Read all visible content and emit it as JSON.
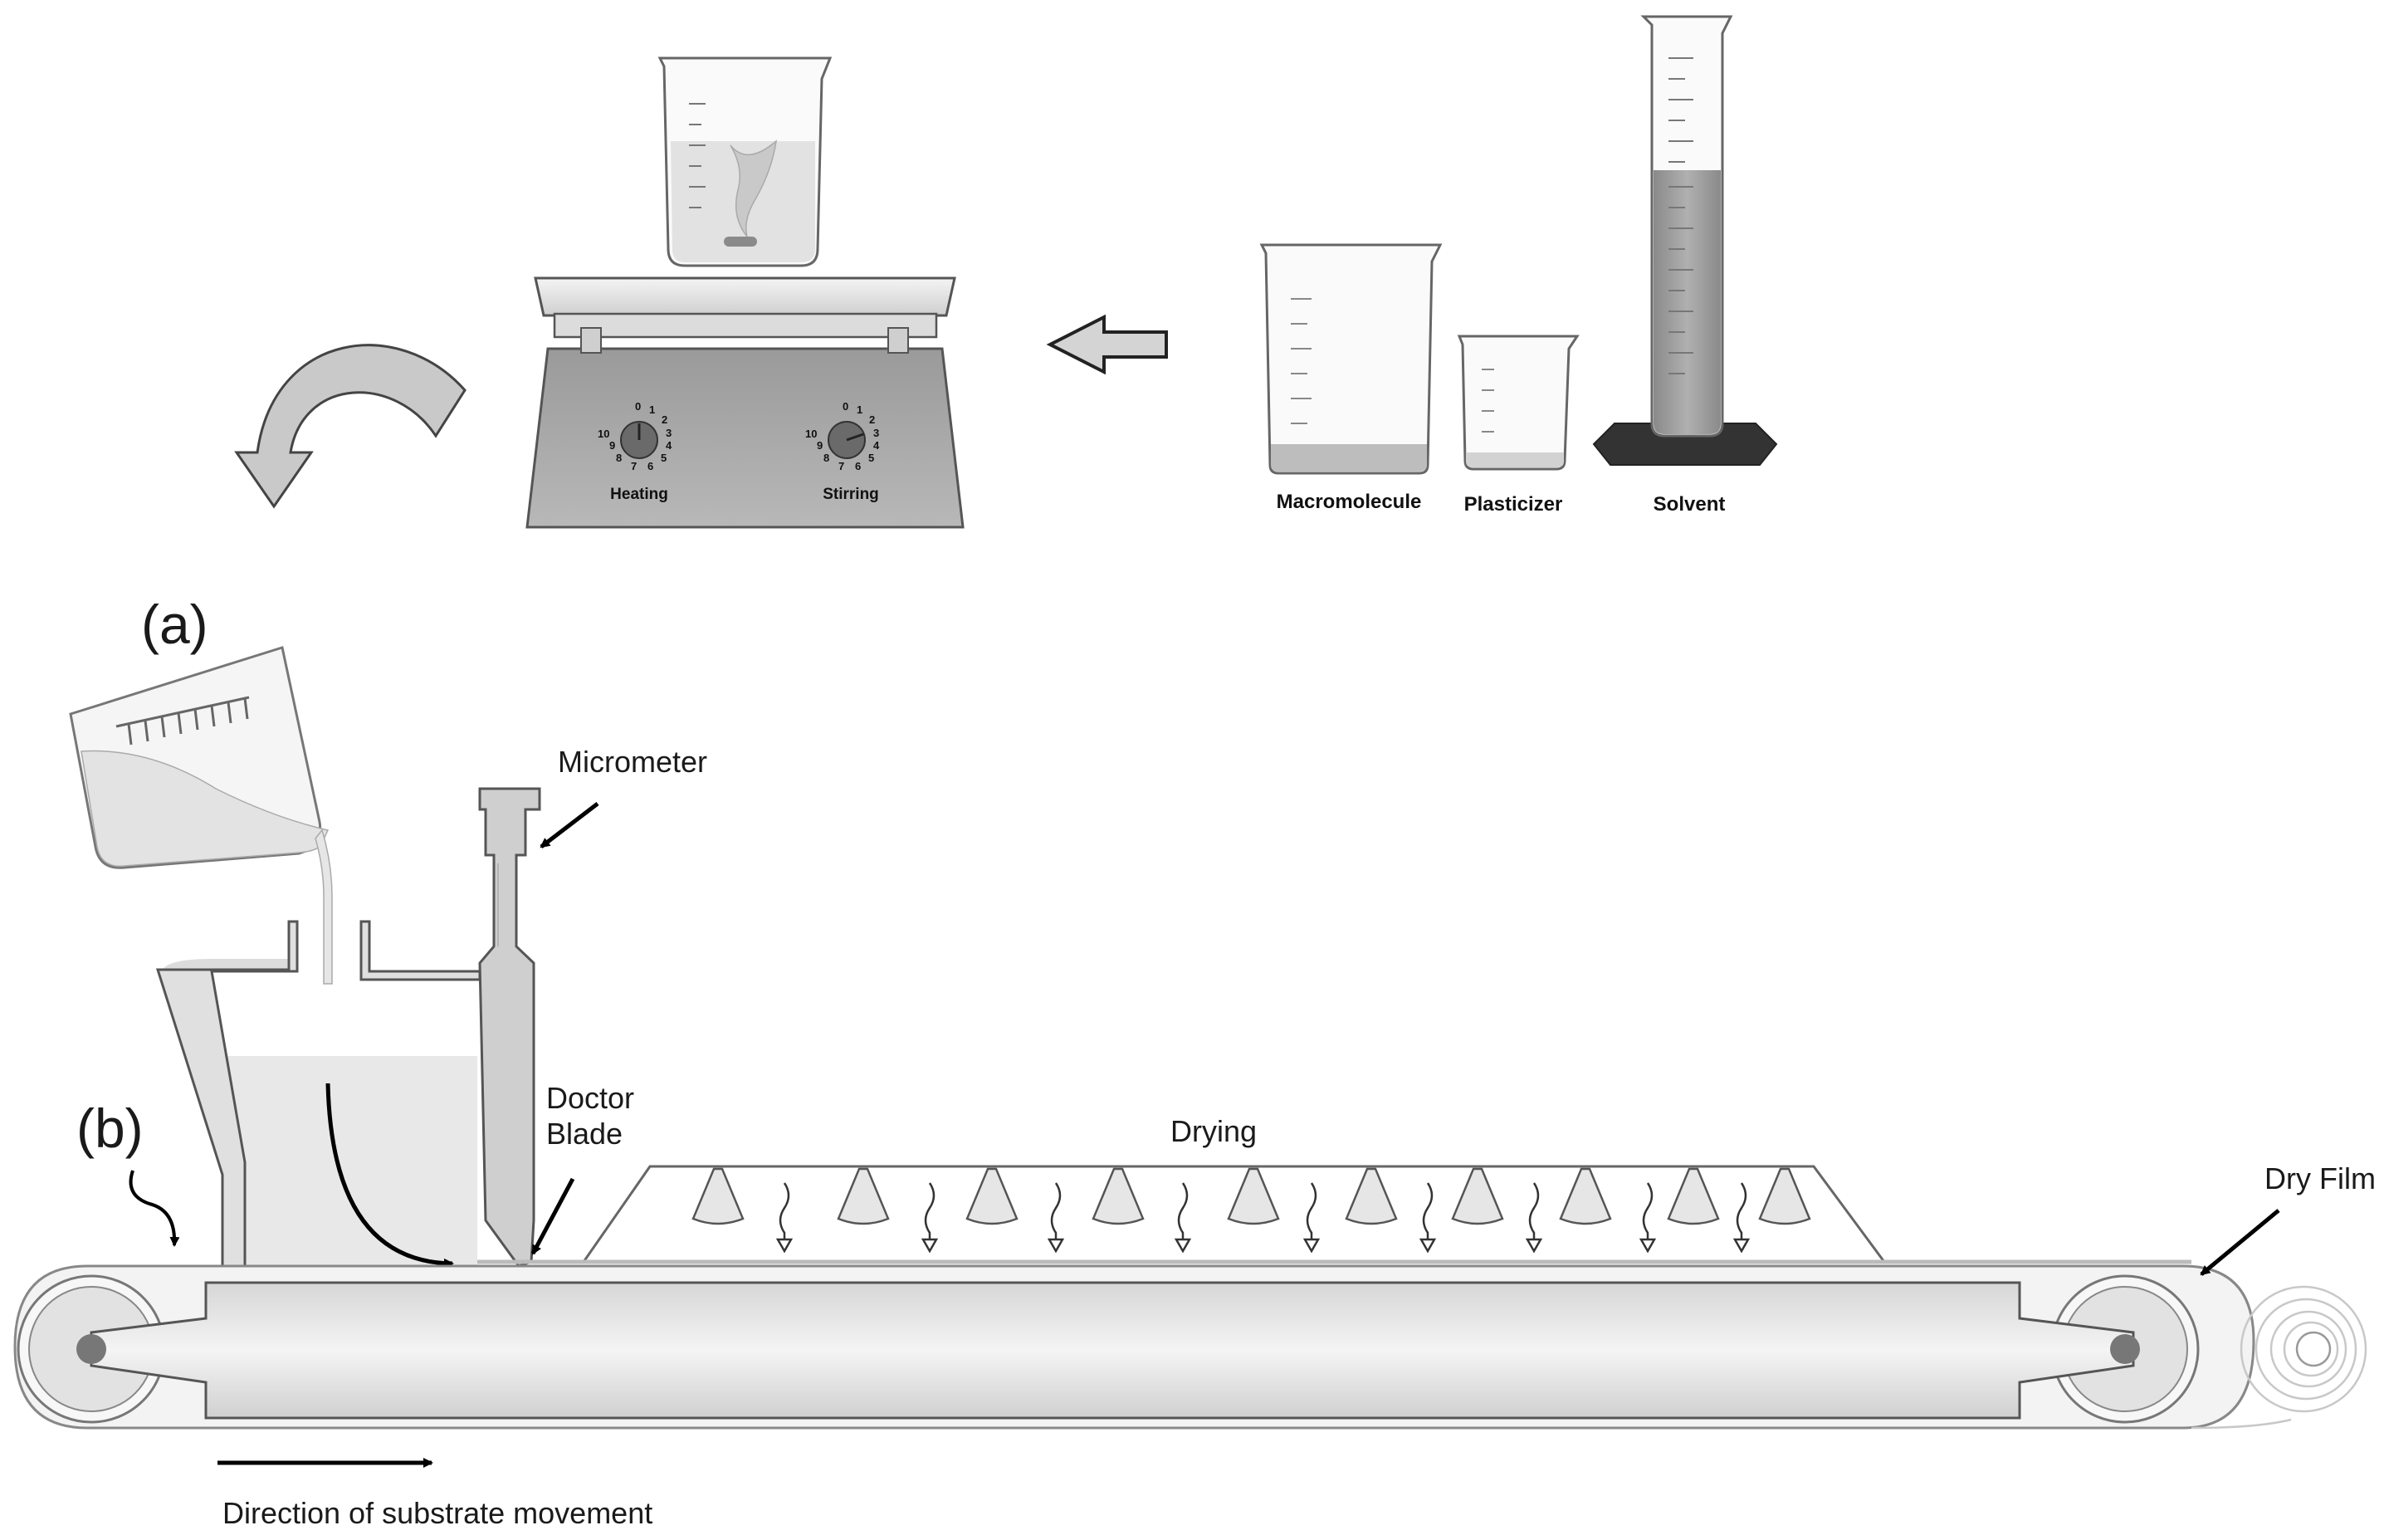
{
  "labels": {
    "panel_a": "(a)",
    "panel_b": "(b)",
    "micrometer": "Micrometer",
    "doctor_blade_line1": "Doctor",
    "doctor_blade_line2": "Blade",
    "drying": "Drying",
    "dry_film": "Dry Film",
    "direction": "Direction of substrate movement"
  },
  "ingredients": [
    "Macromolecule",
    "Plasticizer",
    "Solvent"
  ],
  "stirrer": {
    "knob_labels": [
      "Heating",
      "Stirring"
    ],
    "dial_numbers": [
      "0",
      "1",
      "2",
      "3",
      "4",
      "5",
      "6",
      "7",
      "8",
      "9",
      "10"
    ]
  },
  "colors": {
    "outline": "#555555",
    "light_fill": "#e6e6e6",
    "mid_fill": "#a8a8a8",
    "dark_fill": "#4a4a4a",
    "liquid": "#bdbdbd"
  }
}
